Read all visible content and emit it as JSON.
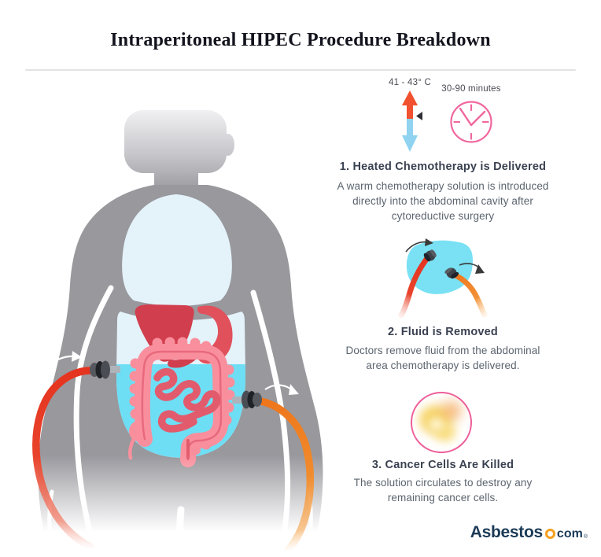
{
  "title": "Intraperitoneal HIPEC Procedure Breakdown",
  "steps": [
    {
      "heading": "1. Heated Chemotherapy is Delivered",
      "body_lines": [
        "A warm chemotherapy solution is introduced",
        "directly into the abdominal cavity after",
        "cytoreductive surgery"
      ],
      "temp_label": "41 - 43° C",
      "duration_label": "30-90 minutes"
    },
    {
      "heading": "2. Fluid is Removed",
      "body_lines": [
        "Doctors remove fluid from the abdominal",
        "area chemotherapy is delivered."
      ]
    },
    {
      "heading": "3. Cancer Cells Are Killed",
      "body_lines": [
        "The solution circulates to destroy any",
        "remaining cancer cells."
      ]
    }
  ],
  "footer": {
    "brand": "Asbestos",
    "tld": "com",
    "registered": "®"
  },
  "icons": {
    "temperature_arrow_icon": "↕",
    "timer_clock_icon": "🕙",
    "inflow_arrow_icon": "↷",
    "outflow_arrow_icon": "↷"
  },
  "colors": {
    "body_gray": "#98989d",
    "cavity_pale_blue": "#e4f2fa",
    "fluid_cyan": "#6edef4",
    "liver_red": "#d13e4e",
    "stomach_red": "#e0515c",
    "colon_pink": "#f98f9d",
    "intestine_crimson": "#e25b6d",
    "tube_red": "#e5331f",
    "tube_orange": "#ee751b",
    "heat_red": "#f1512e",
    "cool_blue": "#8fd3f1",
    "accent_pink": "#ee5f9a",
    "heading_slate": "#3a4151",
    "body_text_gray": "#5b646e",
    "logo_navy": "#1b3a56",
    "logo_orange": "#f5a01d"
  }
}
